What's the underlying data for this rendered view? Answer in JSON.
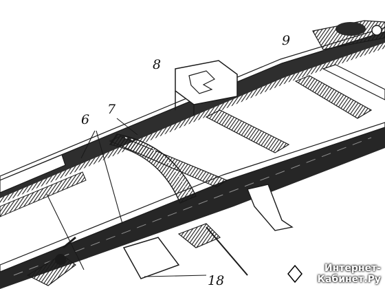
{
  "diagram": {
    "callouts": {
      "c6": "6",
      "c7": "7",
      "c8": "8",
      "c9": "9",
      "c18": "18"
    }
  },
  "watermark": {
    "line1": "Интернет-",
    "line2": "Кабинет.Ру"
  },
  "colors": {
    "ink": "#1a1a1a",
    "paper": "#ffffff",
    "shade": "#3a3a3a"
  }
}
